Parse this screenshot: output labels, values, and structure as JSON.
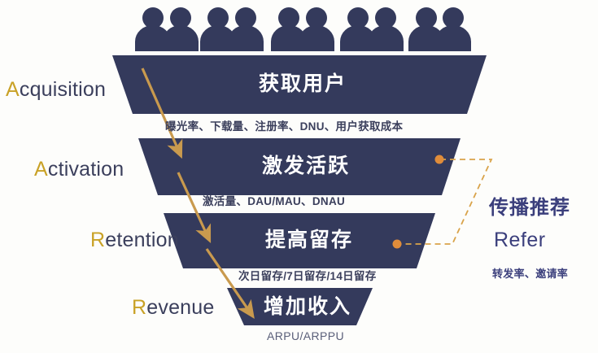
{
  "colors": {
    "funnel_navy": "#343a5c",
    "funnel_navy_dark": "#2e3450",
    "accent_gold": "#c9a227",
    "arrow_gold": "#c99a4e",
    "dot_orange": "#e08c3a",
    "dashed_orange": "#d9a34a",
    "text_navy": "#3b3f5c",
    "refer_blue": "#3b3f7c",
    "background": "#fdfdfb",
    "band_text": "#ffffff"
  },
  "people_row": {
    "name": "audience-people-row",
    "count": 10,
    "icon": "person-icon",
    "color": "#343a5c"
  },
  "stages": [
    {
      "id": "acquisition",
      "label_cap": "A",
      "label_rest": "cquisition",
      "label_full": "Acquisition",
      "band_title": "获取用户",
      "metrics": "曝光率、下载量、注册率、DNU、用户获取成本"
    },
    {
      "id": "activation",
      "label_cap": "A",
      "label_rest": "ctivation",
      "label_full": "Activation",
      "band_title": "激发活跃",
      "metrics": "激活量、DAU/MAU、DNAU"
    },
    {
      "id": "retention",
      "label_cap": "R",
      "label_rest": "etention",
      "label_full": "Retention",
      "band_title": "提高留存",
      "metrics": "次日留存/7日留存/14日留存"
    },
    {
      "id": "revenue",
      "label_cap": "R",
      "label_rest": "evenue",
      "label_full": "Revenue",
      "band_title": "增加收入",
      "metrics": "ARPU/ARPPU"
    }
  ],
  "refer": {
    "title_cn": "传播推荐",
    "title_en": "Refer",
    "subtitle": "转发率、邀请率"
  }
}
